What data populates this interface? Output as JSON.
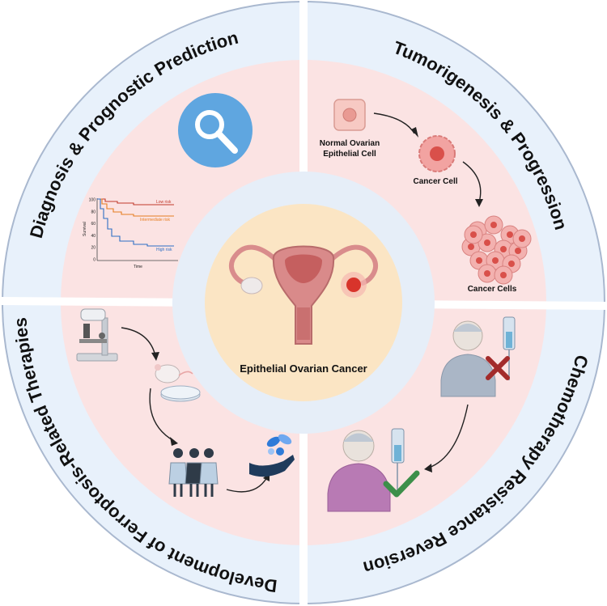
{
  "quadrants": {
    "diagnosis": {
      "title": "Diagnosis & Prognostic Prediction"
    },
    "tumorigenesis": {
      "title": "Tumorigenesis & Progression",
      "normal_cell_label_line1": "Normal Ovarian",
      "normal_cell_label_line2": "Epithelial Cell",
      "cancer_cell_label": "Cancer Cell",
      "cancer_cells_label": "Cancer Cells"
    },
    "chemotherapy": {
      "title": "Chemotherapy Resistance Reversion"
    },
    "development": {
      "title": "Development of Ferroptosis-Related Therapies"
    }
  },
  "center": {
    "label": "Epithelial Ovarian Cancer"
  },
  "survival_plot": {
    "ylabel": "Survival",
    "xlabel": "Time",
    "y_ticks": [
      "100",
      "80",
      "60",
      "40",
      "20",
      "0"
    ],
    "legend": [
      {
        "name": "Low risk",
        "color": "#c0392b"
      },
      {
        "name": "Intermediate risk",
        "color": "#e67e22"
      },
      {
        "name": "High risk",
        "color": "#2e6fc4"
      }
    ]
  },
  "colors": {
    "outer_ring": "#e8f1fb",
    "inner_quadrant": "#fbe3e3",
    "middle_ring": "#e6eef8",
    "center_disc": "#fbe5c4",
    "search_circle": "#5fa6e0"
  }
}
